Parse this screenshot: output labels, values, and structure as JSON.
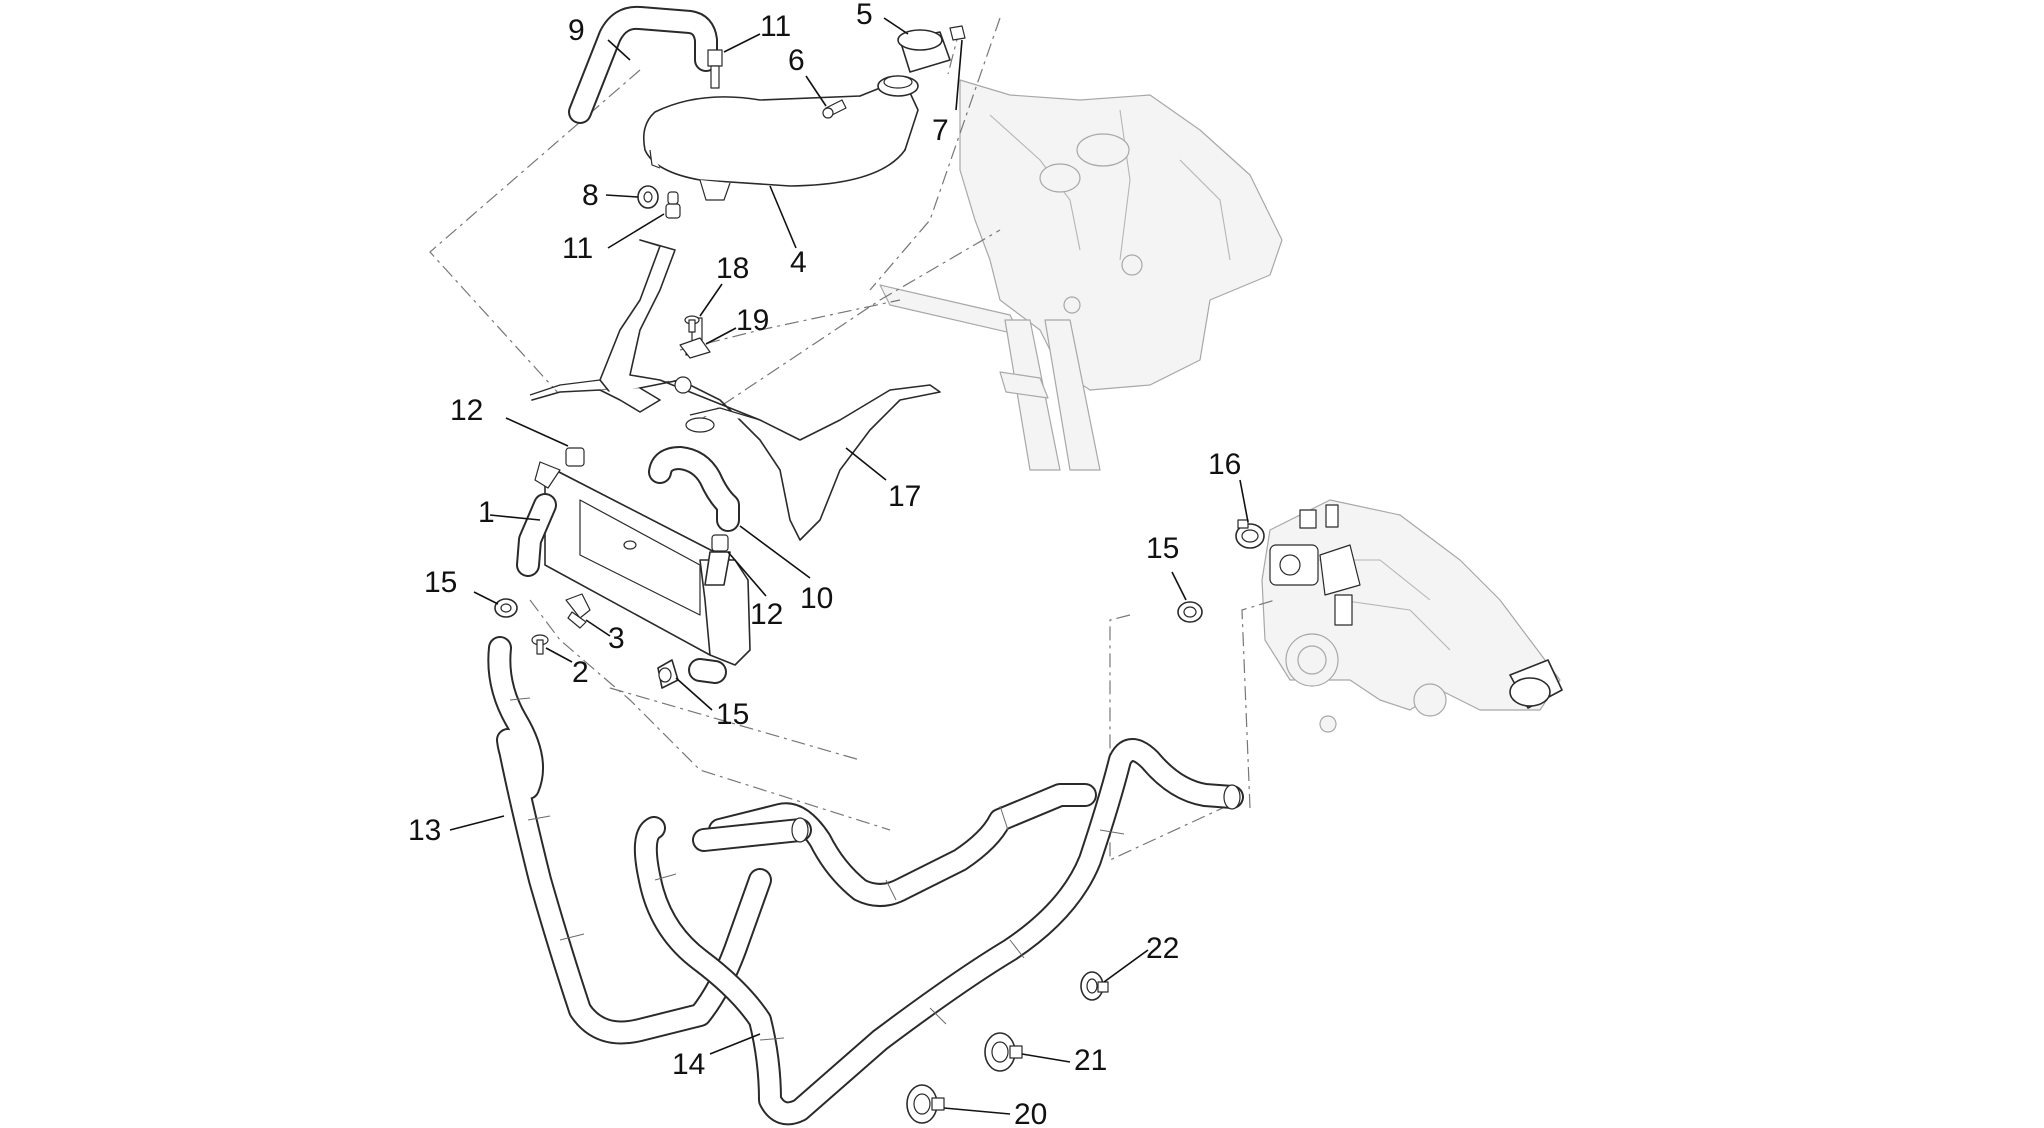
{
  "callouts": [
    {
      "id": "c9",
      "text": "9"
    },
    {
      "id": "c11a",
      "text": "11"
    },
    {
      "id": "c5",
      "text": "5"
    },
    {
      "id": "c6",
      "text": "6"
    },
    {
      "id": "c7",
      "text": "7"
    },
    {
      "id": "c8",
      "text": "8"
    },
    {
      "id": "c11b",
      "text": "11"
    },
    {
      "id": "c4",
      "text": "4"
    },
    {
      "id": "c18",
      "text": "18"
    },
    {
      "id": "c19",
      "text": "19"
    },
    {
      "id": "c12a",
      "text": "12"
    },
    {
      "id": "c1",
      "text": "1"
    },
    {
      "id": "c17",
      "text": "17"
    },
    {
      "id": "c16",
      "text": "16"
    },
    {
      "id": "c15a",
      "text": "15"
    },
    {
      "id": "c15b",
      "text": "15"
    },
    {
      "id": "c12b",
      "text": "12"
    },
    {
      "id": "c10",
      "text": "10"
    },
    {
      "id": "c3",
      "text": "3"
    },
    {
      "id": "c2",
      "text": "2"
    },
    {
      "id": "c15c",
      "text": "15"
    },
    {
      "id": "c13",
      "text": "13"
    },
    {
      "id": "c22",
      "text": "22"
    },
    {
      "id": "c21",
      "text": "21"
    },
    {
      "id": "c14",
      "text": "14"
    },
    {
      "id": "c20",
      "text": "20"
    }
  ]
}
